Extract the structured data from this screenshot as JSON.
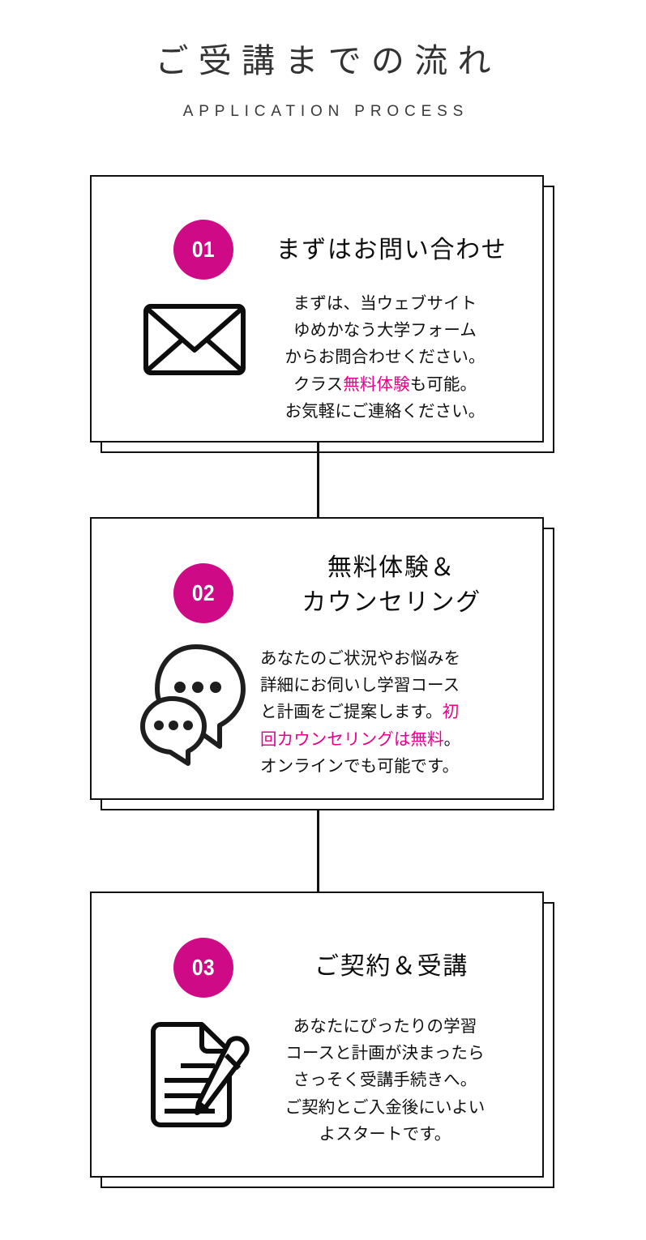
{
  "header": {
    "title": "ご受講までの流れ",
    "subtitle": "APPLICATION PROCESS"
  },
  "colors": {
    "badge_magenta": "#cf0a86",
    "highlight_magenta": "#e6008c",
    "border_black": "#111111",
    "title_gray": "#333333",
    "background": "#ffffff"
  },
  "steps": [
    {
      "number": "01",
      "title": "まずはお問い合わせ",
      "icon": "envelope-icon",
      "body_lines": [
        {
          "segments": [
            {
              "text": "まずは、当ウェブサイト",
              "highlight": false
            }
          ]
        },
        {
          "segments": [
            {
              "text": "ゆめかなう大学フォーム",
              "highlight": false
            }
          ]
        },
        {
          "segments": [
            {
              "text": "からお問合わせください。",
              "highlight": false
            }
          ]
        },
        {
          "segments": [
            {
              "text": "クラス",
              "highlight": false
            },
            {
              "text": "無料体験",
              "highlight": true
            },
            {
              "text": "も可能。",
              "highlight": false
            }
          ]
        },
        {
          "segments": [
            {
              "text": "お気軽にご連絡ください。",
              "highlight": false
            }
          ]
        }
      ],
      "body_align": "center"
    },
    {
      "number": "02",
      "title": "無料体験＆\nカウンセリング",
      "icon": "speech-bubbles-icon",
      "body_lines": [
        {
          "segments": [
            {
              "text": "あなたのご状況やお悩みを",
              "highlight": false
            }
          ]
        },
        {
          "segments": [
            {
              "text": "詳細にお伺いし学習コース",
              "highlight": false
            }
          ]
        },
        {
          "segments": [
            {
              "text": "と計画をご提案します。",
              "highlight": false
            },
            {
              "text": "初",
              "highlight": true
            }
          ]
        },
        {
          "segments": [
            {
              "text": "回カウンセリングは無料",
              "highlight": true
            },
            {
              "text": "。",
              "highlight": false
            }
          ]
        },
        {
          "segments": [
            {
              "text": "オンラインでも可能です。",
              "highlight": false
            }
          ]
        }
      ],
      "body_align": "left"
    },
    {
      "number": "03",
      "title": "ご契約＆受講",
      "icon": "document-pen-icon",
      "body_lines": [
        {
          "segments": [
            {
              "text": "あなたにぴったりの学習",
              "highlight": false
            }
          ]
        },
        {
          "segments": [
            {
              "text": "コースと計画が決まったら",
              "highlight": false
            }
          ]
        },
        {
          "segments": [
            {
              "text": "さっそく受講手続きへ。",
              "highlight": false
            }
          ]
        },
        {
          "segments": [
            {
              "text": "ご契約とご入金後にいよい",
              "highlight": false
            }
          ]
        },
        {
          "segments": [
            {
              "text": "よスタートです。",
              "highlight": false
            }
          ]
        }
      ],
      "body_align": "center"
    }
  ]
}
